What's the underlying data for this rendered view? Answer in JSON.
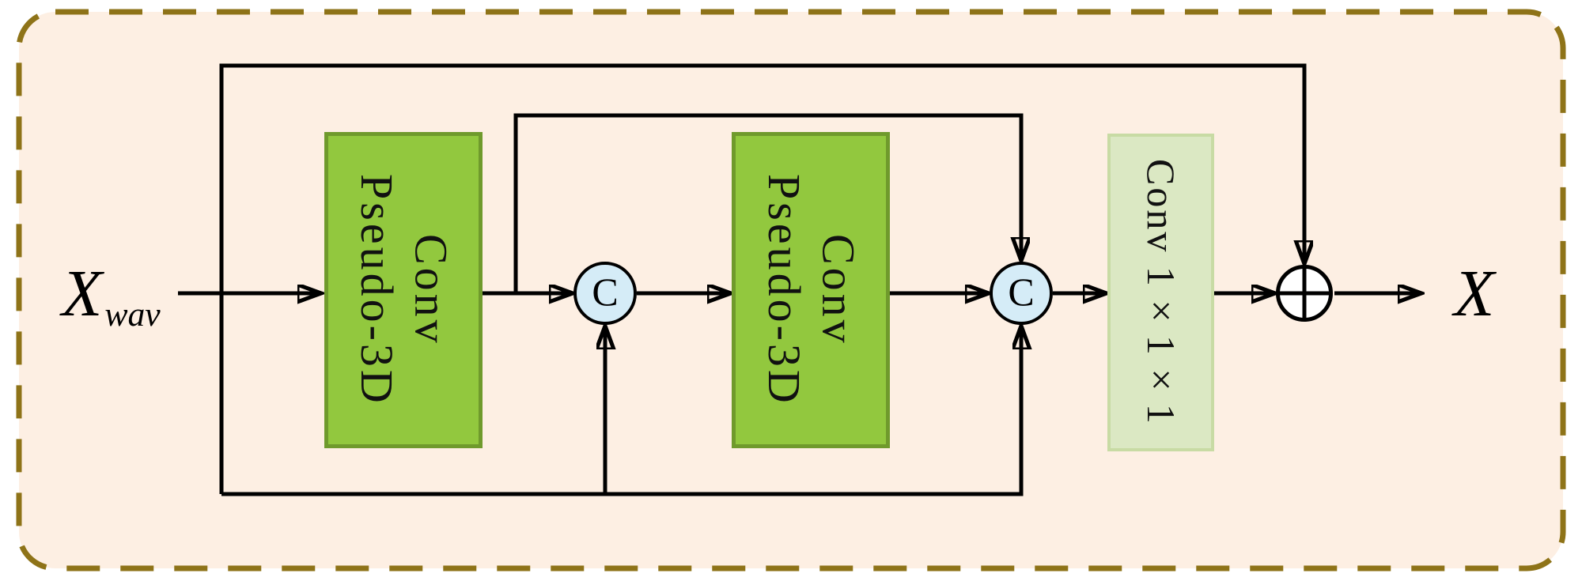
{
  "diagram": {
    "input_label": {
      "base": "X",
      "subscript": "wav"
    },
    "output_label": "X",
    "blocks": {
      "pseudo3d_conv_1": {
        "line1": "Pseudo-3D",
        "line2": "Conv"
      },
      "pseudo3d_conv_2": {
        "line1": "Pseudo-3D",
        "line2": "Conv"
      },
      "conv_1x1x1": {
        "label": "Conv 1×1×1"
      }
    },
    "operators": {
      "concat_1": "C",
      "concat_2": "C",
      "add": "⊕"
    },
    "colors": {
      "panel_background": "#fdefe3",
      "dashed_border": "#8e7318",
      "conv_block_fill": "#92c83e",
      "conv_block_border": "#6f9a2c",
      "conv1x1_fill": "#dbe8c3",
      "conv1x1_border": "#c8dba4",
      "concat_fill": "#d5ecf7",
      "line_color": "#000000"
    }
  }
}
